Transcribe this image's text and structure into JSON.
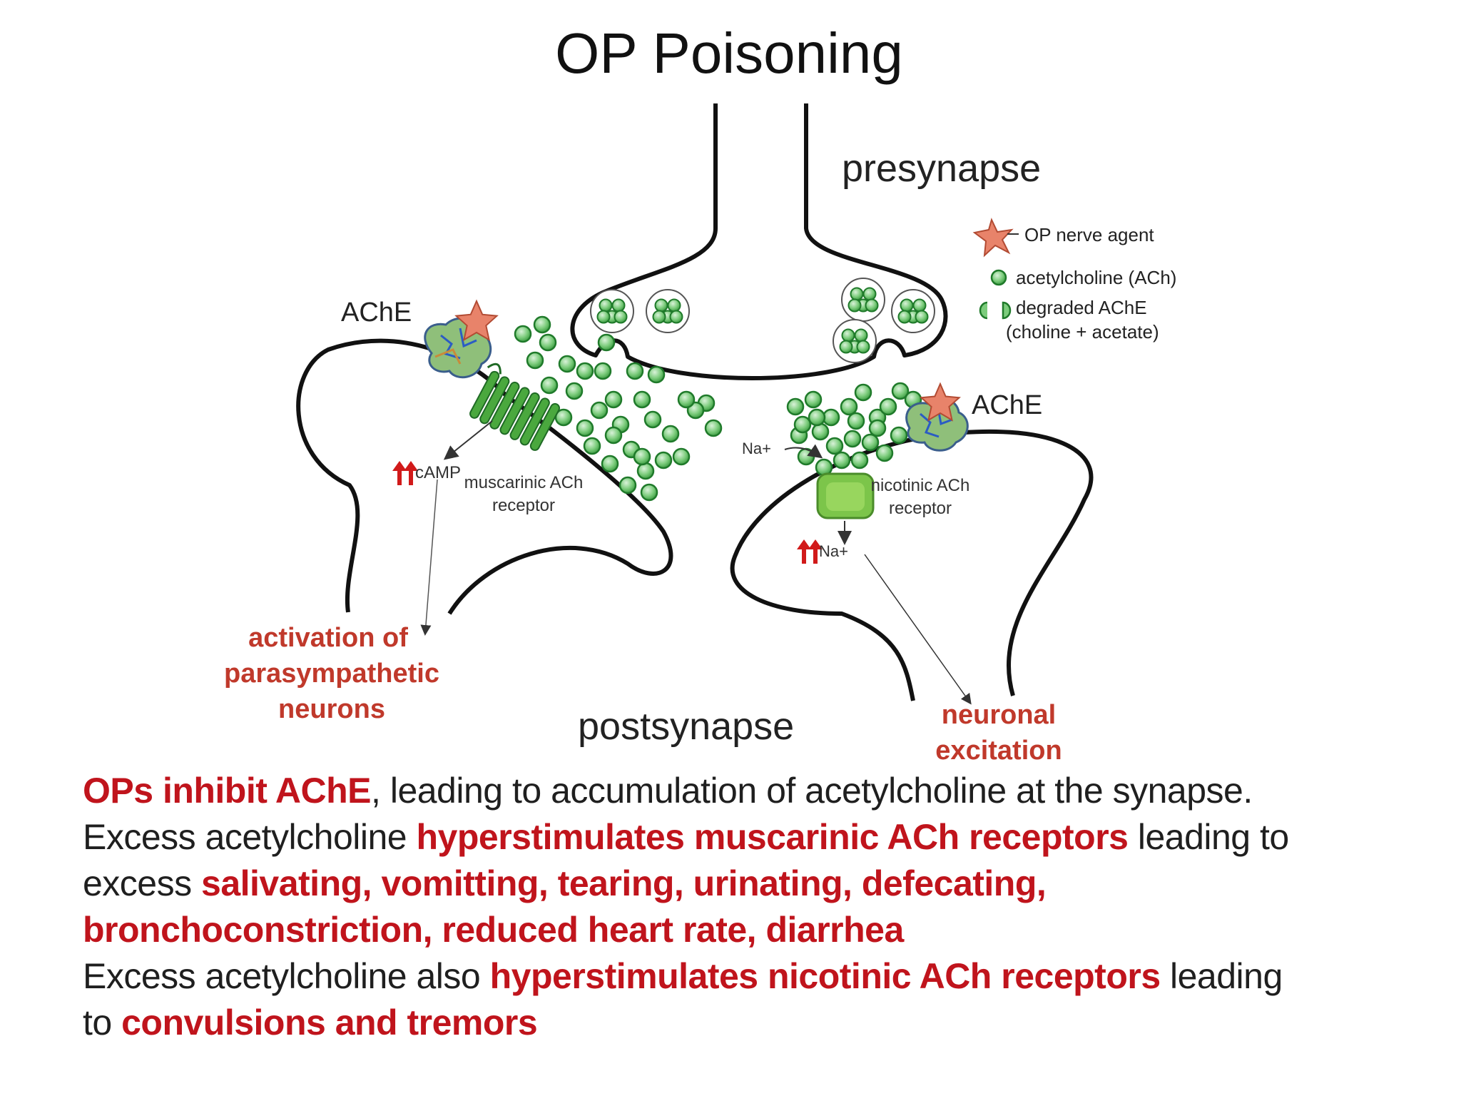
{
  "title": "OP Poisoning",
  "labels": {
    "presynapse": "presynapse",
    "postsynapse": "postsynapse",
    "ache_left": "AChE",
    "ache_right": "AChE",
    "camp": "cAMP",
    "na_in": "Na+",
    "na_out": "Na+",
    "muscarinic_line1": "muscarinic ACh",
    "muscarinic_line2": "receptor",
    "nicotinic_line1": "nicotinic ACh",
    "nicotinic_line2": "receptor",
    "outcome_left_1": "activation of",
    "outcome_left_2": "parasympathetic",
    "outcome_left_3": "neurons",
    "outcome_right_1": "neuronal",
    "outcome_right_2": "excitation"
  },
  "legend": {
    "op_agent": "OP nerve agent",
    "ach": "acetylcholine (ACh)",
    "degraded_1": "degraded AChE",
    "degraded_2": "(choline + acetate)"
  },
  "caption": {
    "l1_hl": "OPs inhibit AChE",
    "l1_rest": ", leading to accumulation of acetylcholine at the synapse.",
    "l2_pre": "Excess acetylcholine ",
    "l2_hl": "hyperstimulates muscarinic ACh receptors",
    "l2_post": " leading to",
    "l3_pre": "excess ",
    "l3_hl": "salivating, vomitting, tearing, urinating, defecating,",
    "l4_hl": "bronchoconstriction, reduced heart rate, diarrhea",
    "l5_pre": "Excess acetylcholine also ",
    "l5_hl": "hyperstimulates nicotinic ACh receptors",
    "l5_post": " leading",
    "l6_pre": "to ",
    "l6_hl": "convulsions and tremors"
  },
  "colors": {
    "ach_fill": "#7ccc7c",
    "ach_stroke": "#1f7a2a",
    "receptor": "#4aa83e",
    "agent": "#e8836a",
    "highlight": "#c0141c"
  }
}
